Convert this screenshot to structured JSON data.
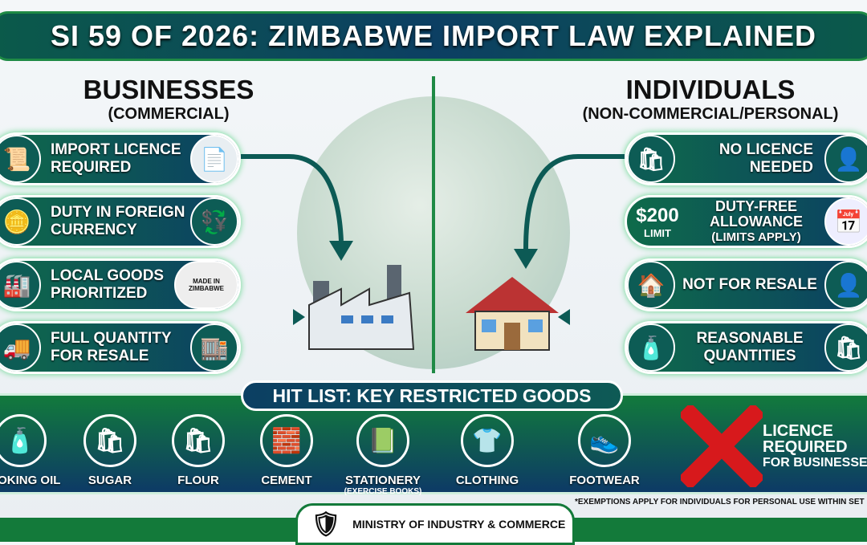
{
  "title": "SI 59 OF 2026: ZIMBABWE IMPORT LAW EXPLAINED",
  "businesses": {
    "heading": "BUSINESSES",
    "subheading": "(COMMERCIAL)",
    "items": [
      {
        "l1": "IMPORT LICENCE",
        "l2": "REQUIRED",
        "icon": "certificate-icon"
      },
      {
        "l1": "DUTY IN FOREIGN",
        "l2": "CURRENCY",
        "icon": "coins-hand-icon"
      },
      {
        "l1": "LOCAL GOODS",
        "l2": "PRIORITIZED",
        "icon": "thumbs-up-icon",
        "badge": "MADE IN ZIMBABWE"
      },
      {
        "l1": "FULL QUANTITY",
        "l2": "FOR RESALE",
        "icon": "warehouse-icon"
      }
    ]
  },
  "individuals": {
    "heading": "INDIVIDUALS",
    "subheading": "(NON-COMMERCIAL/PERSONAL)",
    "items": [
      {
        "l1": "NO LICENCE",
        "l2": "NEEDED",
        "l3": "",
        "icon": "shopper-icon"
      },
      {
        "l1": "DUTY-FREE",
        "l2": "ALLOWANCE",
        "l3": "(LIMITS APPLY)",
        "icon": "calendar-icon",
        "amount": "$200",
        "amount_label": "LIMIT"
      },
      {
        "l1": "NOT FOR RESALE",
        "l2": "",
        "l3": "",
        "icon": "house-icon"
      },
      {
        "l1": "REASONABLE",
        "l2": "QUANTITIES",
        "l3": "",
        "icon": "oil-bottles-icon"
      }
    ]
  },
  "hit_list": {
    "heading": "HIT LIST: KEY RESTRICTED GOODS",
    "goods": [
      {
        "label": "COOKING OIL",
        "sub": "",
        "icon": "oil-bottle-icon"
      },
      {
        "label": "SUGAR",
        "sub": "",
        "icon": "sugar-sack-icon"
      },
      {
        "label": "FLOUR",
        "sub": "",
        "icon": "flour-sack-icon"
      },
      {
        "label": "CEMENT",
        "sub": "",
        "icon": "cement-bag-icon"
      },
      {
        "label": "STATIONERY",
        "sub": "(EXERCISE BOOKS)",
        "icon": "notebook-icon"
      },
      {
        "label": "CLOTHING",
        "sub": "",
        "icon": "tshirt-icon"
      },
      {
        "label": "FOOTWEAR",
        "sub": "",
        "icon": "shoes-icon"
      }
    ],
    "warning": {
      "l1": "LICENCE",
      "l2": "REQUIRED",
      "l3": "FOR BUSINESSES",
      "icon": "red-x-icon"
    }
  },
  "footnote": "*EXEMPTIONS APPLY FOR INDIVIDUALS FOR PERSONAL USE WITHIN SET LIMITS",
  "ministry": "MINISTRY OF INDUSTRY & COMMERCE",
  "colors": {
    "navy": "#0c3f63",
    "green": "#137a3a",
    "red": "#d7191c"
  }
}
